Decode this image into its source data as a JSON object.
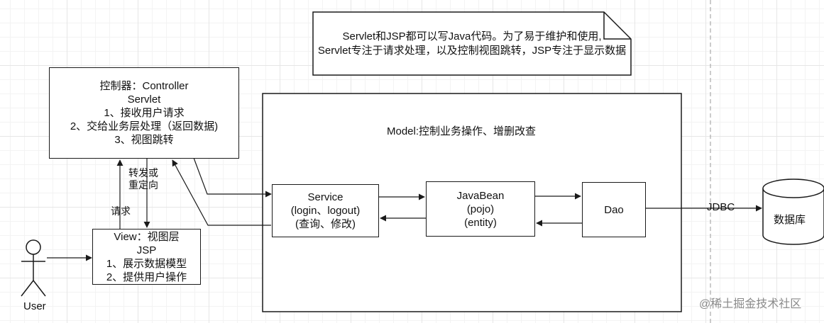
{
  "note": {
    "line1": "Servlet和JSP都可以写Java代码。为了易于维护和使用,",
    "line2": "Servlet专注于请求处理，以及控制视图跳转，JSP专注于显示数据"
  },
  "controller": {
    "line1": "控制器：Controller",
    "line2": "Servlet",
    "line3": "1、接收用户请求",
    "line4": "2、交给业务层处理（返回数据)",
    "line5": "3、视图跳转"
  },
  "model": {
    "title": "Model:控制业务操作、增删改查"
  },
  "service": {
    "line1": "Service",
    "line2": "(login、logout)",
    "line3": "(查询、修改)"
  },
  "javabean": {
    "line1": "JavaBean",
    "line2": "(pojo)",
    "line3": "(entity)"
  },
  "dao": {
    "label": "Dao"
  },
  "view": {
    "line1": "View：视图层",
    "line2": "JSP",
    "line3": "1、展示数据模型",
    "line4": "2、提供用户操作"
  },
  "database": {
    "label": "数据库"
  },
  "edges": {
    "forward_line1": "转发或",
    "forward_line2": "重定向",
    "request": "请求",
    "jdbc": "JDBC"
  },
  "actor": {
    "label": "User"
  },
  "watermark": "@稀土掘金技术社区"
}
